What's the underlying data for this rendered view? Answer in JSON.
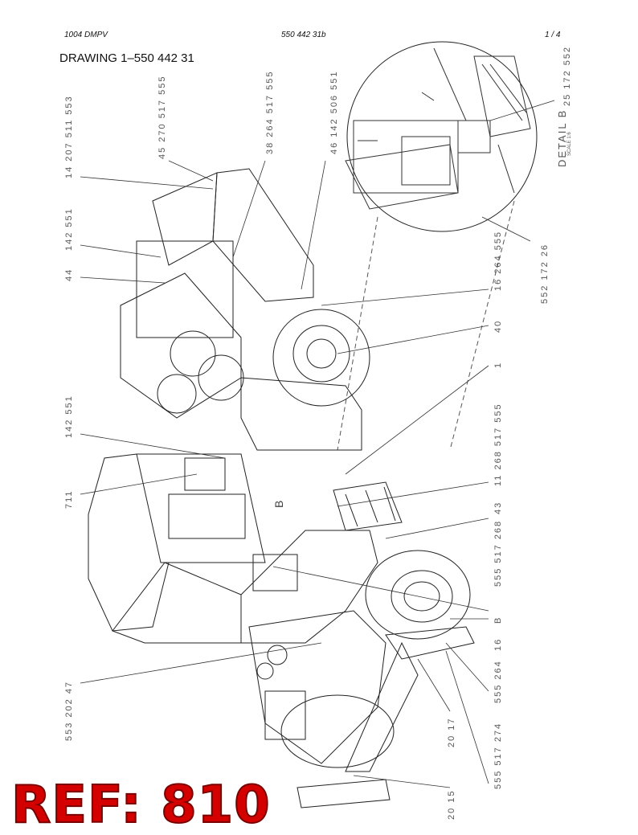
{
  "header": {
    "left": "1004 DMPV",
    "center": "550 442 31b",
    "right": "1 /  4"
  },
  "title": "DRAWING 1–550 442 31",
  "callouts": [
    {
      "text": "14  207 511 553"
    },
    {
      "text": "142 551"
    },
    {
      "text": "44"
    },
    {
      "text": "45  270 517 555"
    },
    {
      "text": "38  264 517 555"
    },
    {
      "text": "46  142 506 551"
    },
    {
      "text": "DETAIL  B"
    },
    {
      "text": "25  172 552"
    },
    {
      "text": "552  172  26"
    },
    {
      "text": "16  264 555"
    },
    {
      "text": "40"
    },
    {
      "text": "1"
    },
    {
      "text": "142 551"
    },
    {
      "text": "11  268 517 555"
    },
    {
      "text": "711"
    },
    {
      "text": "43"
    },
    {
      "text": "555 517 268"
    },
    {
      "text": "B"
    },
    {
      "text": "16"
    },
    {
      "text": "555  264"
    },
    {
      "text": "553 202  47"
    },
    {
      "text": "20  17"
    },
    {
      "text": "555 517 274"
    },
    {
      "text": "20  15"
    }
  ],
  "detail_scale": "SCALE 1:6",
  "view_marker": "B",
  "stamp": "REF: 810"
}
